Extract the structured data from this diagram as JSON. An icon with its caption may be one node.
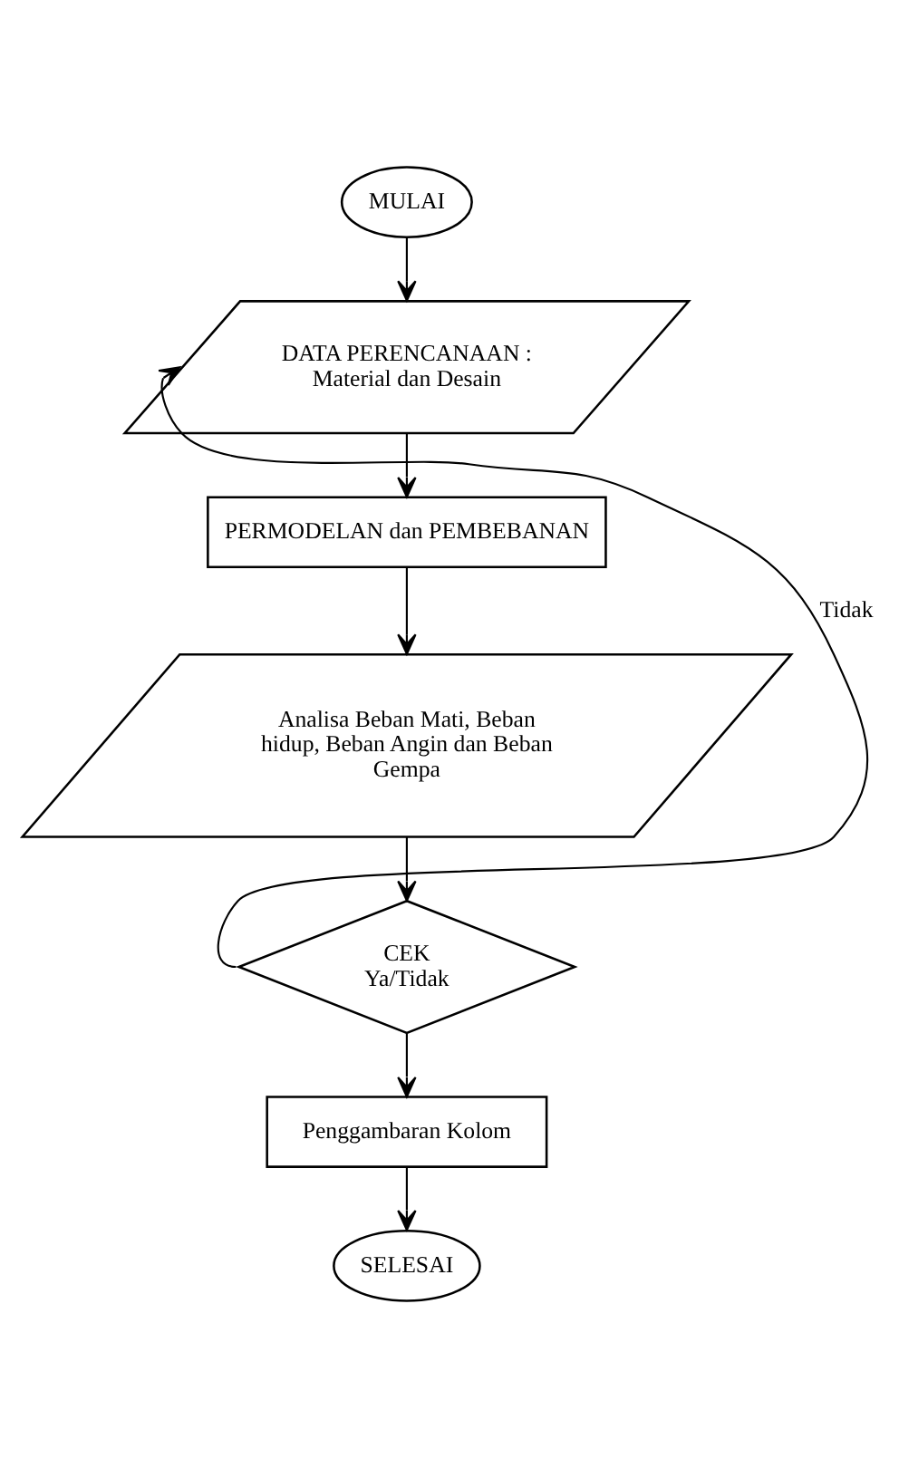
{
  "diagram": {
    "nodes": [
      {
        "text": [
          "MULAI"
        ]
      },
      {
        "text": [
          "DATA PERENCANAAN :",
          "Material dan Desain"
        ]
      },
      {
        "text": [
          "PERMODELAN dan PEMBEBANAN"
        ]
      },
      {
        "text": [
          "Analisa Beban Mati, Beban hidup, Beban Angin dan Beban Gempa"
        ]
      },
      {
        "text": [
          "CEK",
          "Ya/Tidak"
        ]
      },
      {
        "text": [
          "Penggambaran Kolom"
        ]
      },
      {
        "text": [
          "SELESAI"
        ]
      }
    ],
    "edges": [
      {
        "from": 0,
        "to": 1,
        "arrow": "to"
      },
      {
        "from": 1,
        "to": 2,
        "arrow": "to"
      },
      {
        "from": 2,
        "to": 3,
        "arrow": "to"
      },
      {
        "from": 3,
        "to": 4,
        "arrow": "to"
      },
      {
        "from": 4,
        "to": 1,
        "arrow": "to",
        "label": "Tidak"
      },
      {
        "from": 4,
        "to": 5,
        "arrow": "to"
      },
      {
        "from": 5,
        "to": 6,
        "arrow": "to"
      }
    ]
  }
}
